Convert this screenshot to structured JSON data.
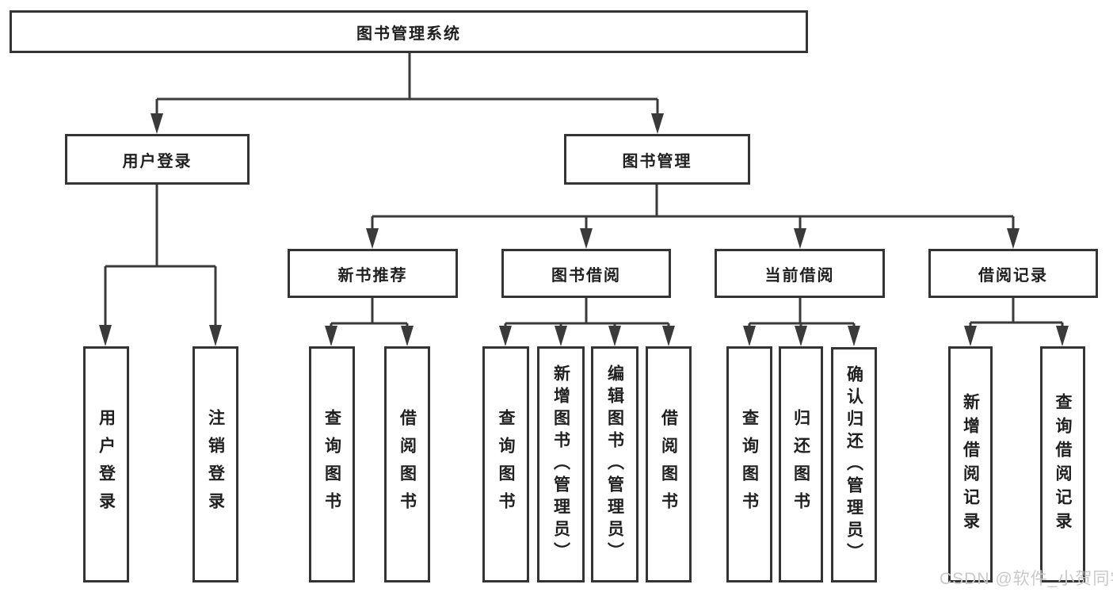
{
  "colors": {
    "line": "#3a3a3a",
    "border": "#343434",
    "text": "#1f1f1f",
    "background": "#ffffff",
    "watermark_text_color": "#c9c9c9"
  },
  "tree": {
    "root": "图书管理系统",
    "branches": [
      {
        "label": "用户登录",
        "children": [
          "用户登录",
          "注销登录"
        ]
      },
      {
        "label": "图书管理",
        "children": [
          {
            "label": "新书推荐",
            "children": [
              "查询图书",
              "借阅图书"
            ]
          },
          {
            "label": "图书借阅",
            "children": [
              "查询图书",
              "新增图书（管理员）",
              "编辑图书（管理员）",
              "借阅图书"
            ]
          },
          {
            "label": "当前借阅",
            "children": [
              "查询图书",
              "归还图书",
              "确认归还（管理员）"
            ]
          },
          {
            "label": "借阅记录",
            "children": [
              "新增借阅记录",
              "查询借阅记录"
            ]
          }
        ]
      }
    ]
  },
  "watermark": "CSDN @软件_小贺同学"
}
